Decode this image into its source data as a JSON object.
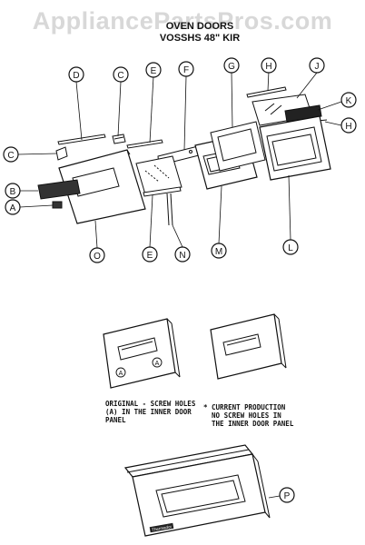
{
  "watermark": "AppliancePartsPros.com",
  "title": {
    "line1": "OVEN DOORS",
    "line2": "VOSSHS 48\" KIR"
  },
  "callouts": {
    "A": "A",
    "B": "B",
    "C": "C",
    "D": "D",
    "E": "E",
    "F": "F",
    "G": "G",
    "H": "H",
    "J": "J",
    "K": "K",
    "L": "L",
    "M": "M",
    "N": "N",
    "O": "O",
    "P": "P"
  },
  "screw_hole_marks": [
    "A",
    "A"
  ],
  "notes": {
    "original": "ORIGINAL - SCREW HOLES\n(A) IN THE INNER DOOR\nPANEL",
    "current": "* CURRENT PRODUCTION\n  NO SCREW HOLES IN\n  THE INNER DOOR PANEL"
  },
  "badge": "Thermador"
}
